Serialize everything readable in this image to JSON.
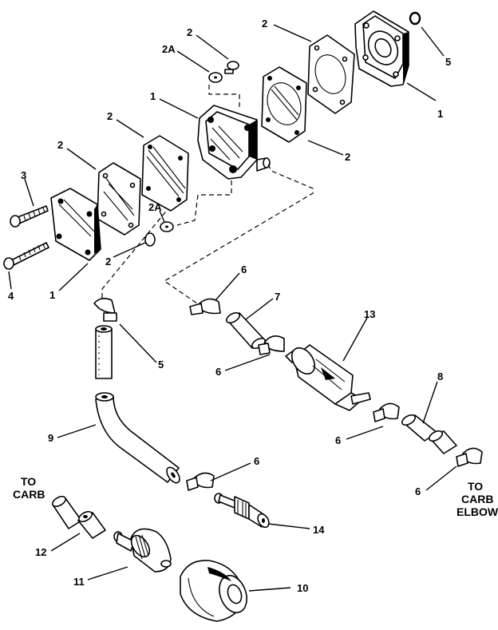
{
  "callouts": {
    "pump_top_2a": "2A",
    "pump_top_gasket_2": "2",
    "pump_top_washer_2": "2",
    "pump_top_gasket_2b": "2",
    "pump_top_5": "5",
    "pump_top_1": "1",
    "pump_body_1": "1",
    "pump_left_2": "2",
    "pump_left_2b": "2",
    "pump_left_3": "3",
    "pump_left_2a": "2A",
    "pump_left_2c": "2",
    "pump_left_1": "1",
    "pump_left_4": "4",
    "clamp_6a": "6",
    "hose_7": "7",
    "filter_13": "13",
    "clamp_5": "5",
    "clamp_6b": "6",
    "hose_8": "8",
    "hose_9": "9",
    "clamp_6c": "6",
    "clamp_6d": "6",
    "clamp_6e": "6",
    "fitting_14": "14",
    "hose_12": "12",
    "valve_11": "11",
    "bulb_10": "10"
  },
  "labels": {
    "to_carb_line1": "TO",
    "to_carb_line2": "CARB",
    "to_elbow_line1": "TO",
    "to_elbow_line2": "CARB",
    "to_elbow_line3": "ELBOW"
  }
}
